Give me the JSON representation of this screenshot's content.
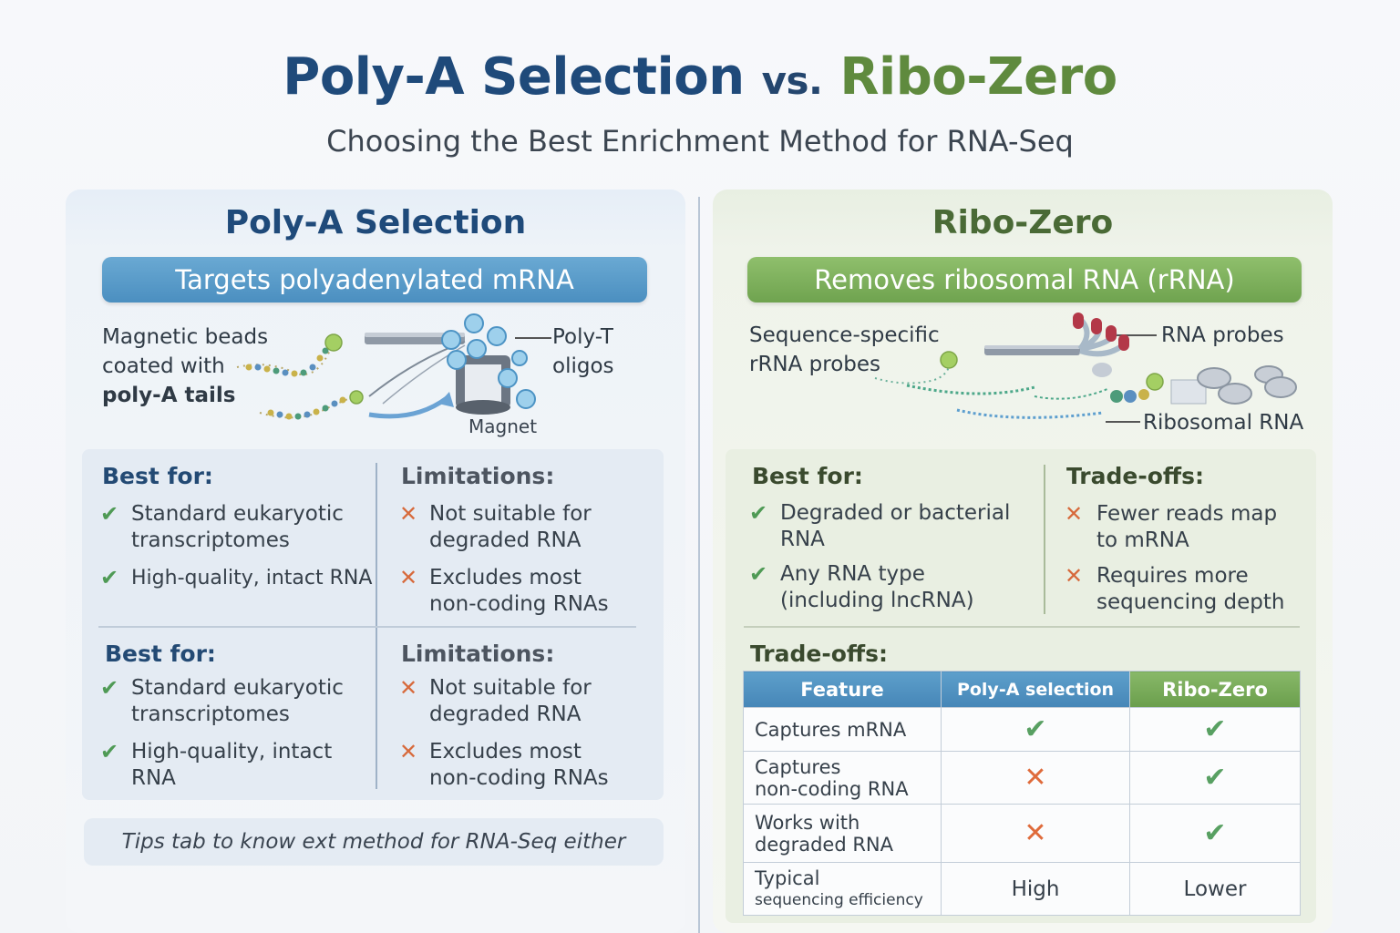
{
  "header": {
    "title_part1": "Poly-A Selection",
    "title_vs": "vs.",
    "title_part2": "Ribo-Zero",
    "subtitle": "Choosing the Best Enrichment Method for RNA-Seq"
  },
  "left": {
    "heading": "Poly-A Selection",
    "ribbon": "Targets polyadenylated mRNA",
    "diagram": {
      "beads_line1": "Magnetic beads",
      "beads_line2": "coated with",
      "beads_line3": "poly-A tails",
      "oligo_line1": "Poly-T",
      "oligo_line2": "oligos",
      "magnet": "Magnet"
    },
    "best_for_1": {
      "title": "Best for:",
      "item1_line1": "Standard eukaryotic",
      "item1_line2": "transcriptomes",
      "item2": "High-quality, intact RNA"
    },
    "limitations_1": {
      "title": "Limitations:",
      "item1_line1": "Not suitable for",
      "item1_line2": "degraded RNA",
      "item2_line1": "Excludes most",
      "item2_line2": "non-coding RNAs"
    },
    "best_for_2": {
      "title": "Best for:",
      "item1_line1": "Standard eukaryotic",
      "item1_line2": "transcriptomes",
      "item2_line1": "High-quality, intact",
      "item2_line2": "RNA"
    },
    "limitations_2": {
      "title": "Limitations:",
      "item1_line1": "Not suitable for",
      "item1_line2": "degraded RNA",
      "item2_line1": "Excludes most",
      "item2_line2": "non-coding RNAs"
    },
    "tips": "Tips tab to know ext method for RNA-Seq either"
  },
  "right": {
    "heading": "Ribo-Zero",
    "ribbon": "Removes ribosomal RNA (rRNA)",
    "diagram": {
      "probe_line1": "Sequence-specific",
      "probe_line2": "rRNA probes",
      "rna_probes": "RNA probes",
      "ribosomal": "Ribosomal RNA"
    },
    "best_for": {
      "title": "Best for:",
      "item1_line1": "Degraded or bacterial",
      "item1_line2": "RNA",
      "item2_line1": "Any RNA type",
      "item2_line2": "(including lncRNA)"
    },
    "tradeoffs": {
      "title": "Trade-offs:",
      "item1_line1": "Fewer reads map",
      "item1_line2": "to mRNA",
      "item2_line1": "Requires more",
      "item2_line2": "sequencing depth"
    },
    "table": {
      "title": "Trade-offs:",
      "headers": [
        "Feature",
        "Poly-A selection",
        "Ribo-Zero"
      ],
      "rows": [
        {
          "feature_line1": "Captures mRNA",
          "feature_line2": "",
          "poly": "yes",
          "ribo": "yes"
        },
        {
          "feature_line1": "Captures",
          "feature_line2": "non-coding RNA",
          "poly": "no",
          "ribo": "yes"
        },
        {
          "feature_line1": "Works with",
          "feature_line2": "degraded RNA",
          "poly": "no",
          "ribo": "yes"
        },
        {
          "feature_line1": "Typical",
          "feature_line2": "sequencing efficiency",
          "poly": "High",
          "ribo": "Lower"
        }
      ]
    }
  },
  "icons": {
    "check": "check-icon",
    "cross": "cross-icon"
  },
  "colors": {
    "title_blue": "#1f4a7a",
    "title_green": "#5f8a3e",
    "ribbon_blue": "#4b8fc0",
    "ribbon_green": "#6fa34f",
    "check_green": "#4f9a55",
    "cross_orange": "#d76a3c"
  }
}
